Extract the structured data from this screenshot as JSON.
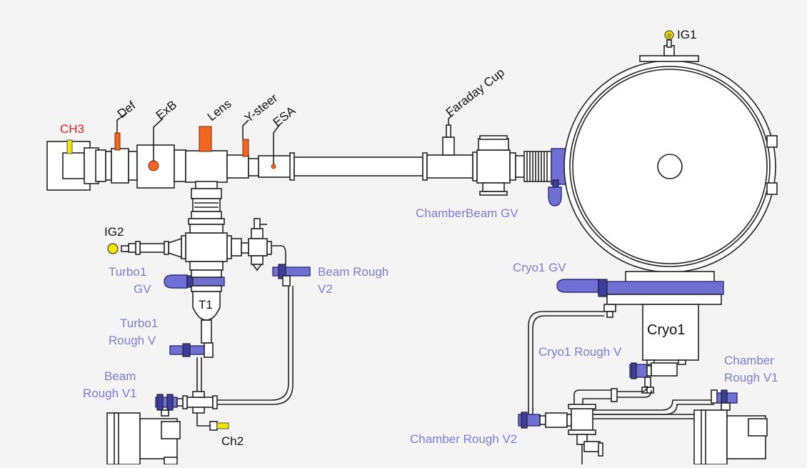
{
  "labels": {
    "ch3": "CH3",
    "def": "Def",
    "exb": "ExB",
    "lens": "Lens",
    "ysteer": "Y-steer",
    "esa": "ESA",
    "faraday_cup": "Faraday Cup",
    "ig1": "IG1",
    "ig2": "IG2",
    "t1": "T1",
    "cryo1": "Cryo1",
    "ch2": "Ch2",
    "chamber_beam_gv": "ChamberBeam GV",
    "turbo1_gv_line1": "Turbo1",
    "turbo1_gv_line2": "GV",
    "beam_rough_v2_line1": "Beam Rough",
    "beam_rough_v2_line2": "V2",
    "turbo1_rough_v_line1": "Turbo1",
    "turbo1_rough_v_line2": "Rough V",
    "beam_rough_v1_line1": "Beam",
    "beam_rough_v1_line2": "Rough V1",
    "cryo1_gv": "Cryo1 GV",
    "cryo1_rough_v": "Cryo1 Rough V",
    "chamber_rough_v1_line1": "Chamber",
    "chamber_rough_v1_line2": "Rough V1",
    "chamber_rough_v2": "Chamber Rough V2"
  },
  "colors": {
    "valve_label": "#7c7cd6",
    "valve_fill": "#6f6fd4",
    "valve_dark": "#3d3d9e",
    "electrode_orange": "#f26522",
    "gauge_yellow": "#f2e600",
    "alarm_red": "#e02020"
  }
}
